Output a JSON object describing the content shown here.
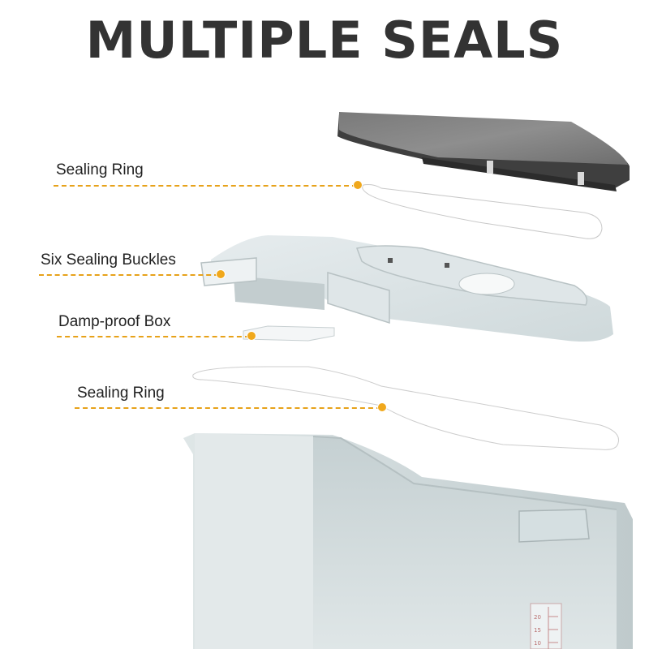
{
  "headline": "MULTIPLE SEALS",
  "accent_color": "#f0a81c",
  "callouts": [
    {
      "label": "Sealing Ring"
    },
    {
      "label": "Six Sealing Buckles"
    },
    {
      "label": "Damp-proof Box"
    },
    {
      "label": "Sealing Ring"
    }
  ],
  "scale_marks": [
    "20",
    "15",
    "10"
  ]
}
